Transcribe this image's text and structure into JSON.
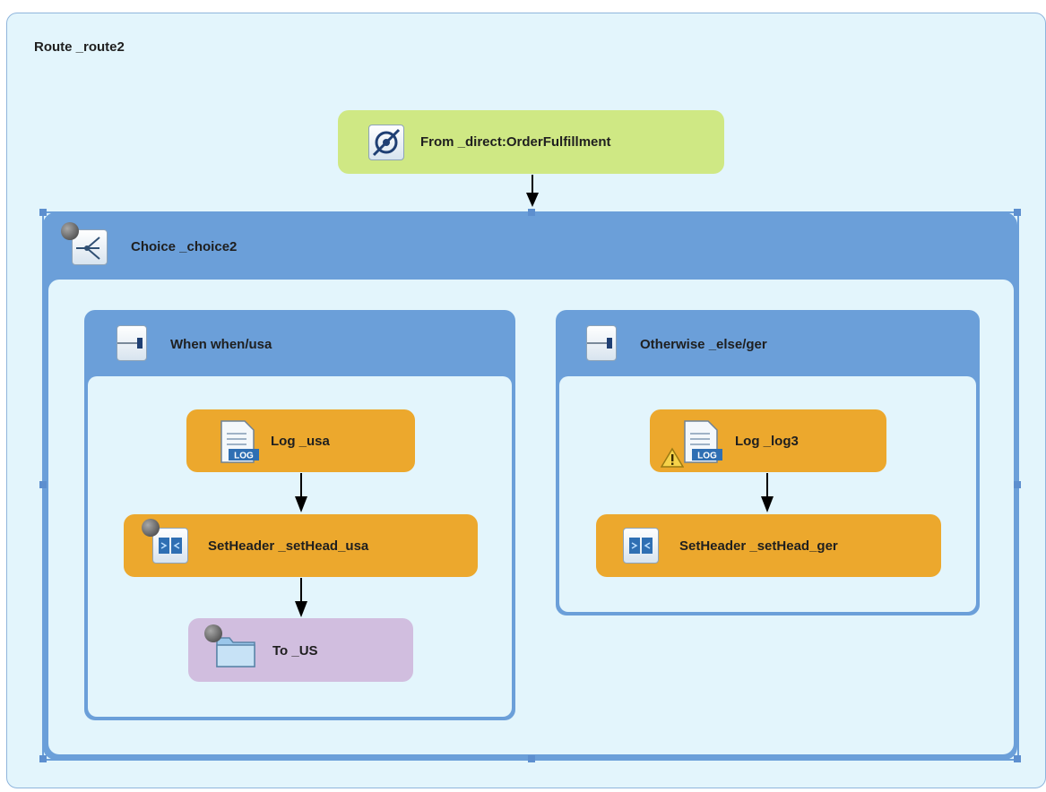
{
  "route": {
    "title": "Route _route2"
  },
  "from": {
    "label": "From _direct:OrderFulfillment",
    "icon": "endpoint-disabled-icon"
  },
  "choice": {
    "label": "Choice _choice2",
    "icon": "choice-icon"
  },
  "when": {
    "label": "When when/usa",
    "icon": "when-icon",
    "children": {
      "log": {
        "label": "Log _usa",
        "icon": "log-icon"
      },
      "setheader": {
        "label": "SetHeader _setHead_usa",
        "icon": "setheader-icon"
      },
      "to": {
        "label": "To _US",
        "icon": "folder-icon"
      }
    }
  },
  "otherwise": {
    "label": "Otherwise _else/ger",
    "icon": "otherwise-icon",
    "children": {
      "log": {
        "label": "Log _log3",
        "icon": "log-icon",
        "warning": true
      },
      "setheader": {
        "label": "SetHeader _setHead_ger",
        "icon": "setheader-icon"
      }
    }
  },
  "colors": {
    "container_blue": "#6b9fd9",
    "canvas": "#e3f5fc",
    "from_green": "#cfe884",
    "processor_orange": "#eca82d",
    "endpoint_purple": "#d1bedf"
  }
}
